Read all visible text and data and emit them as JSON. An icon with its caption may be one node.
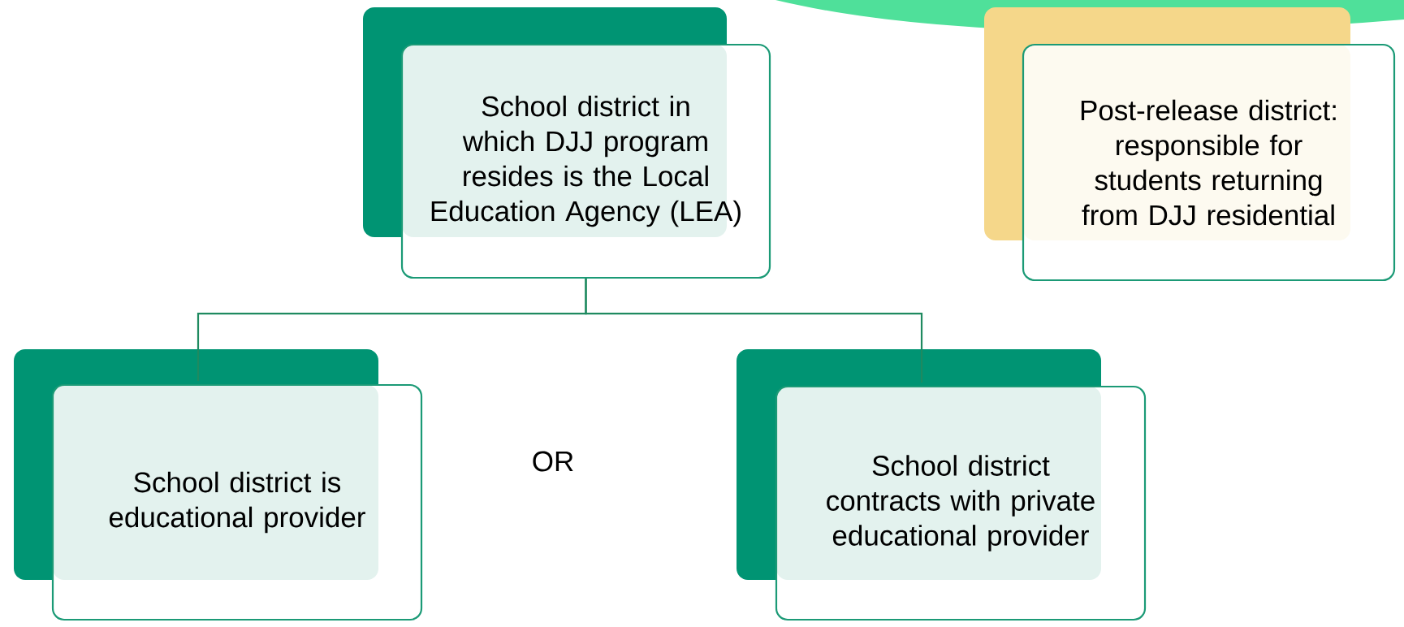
{
  "diagram": {
    "nodes": [
      {
        "text": [
          "School district in which DJJ program resides is the Local Education Agency (LEA)"
        ]
      },
      {
        "text": [
          "Post-release district: responsible for students returning from DJJ residential"
        ]
      },
      {
        "text": [
          "School district is educational provider"
        ]
      },
      {
        "text": [
          "School district contracts with private educational provider"
        ]
      }
    ],
    "edges": [
      {
        "from": 0,
        "to": 2,
        "arrow": "none"
      },
      {
        "from": 0,
        "to": 3,
        "arrow": "none"
      }
    ],
    "labels": [
      "OR"
    ]
  }
}
